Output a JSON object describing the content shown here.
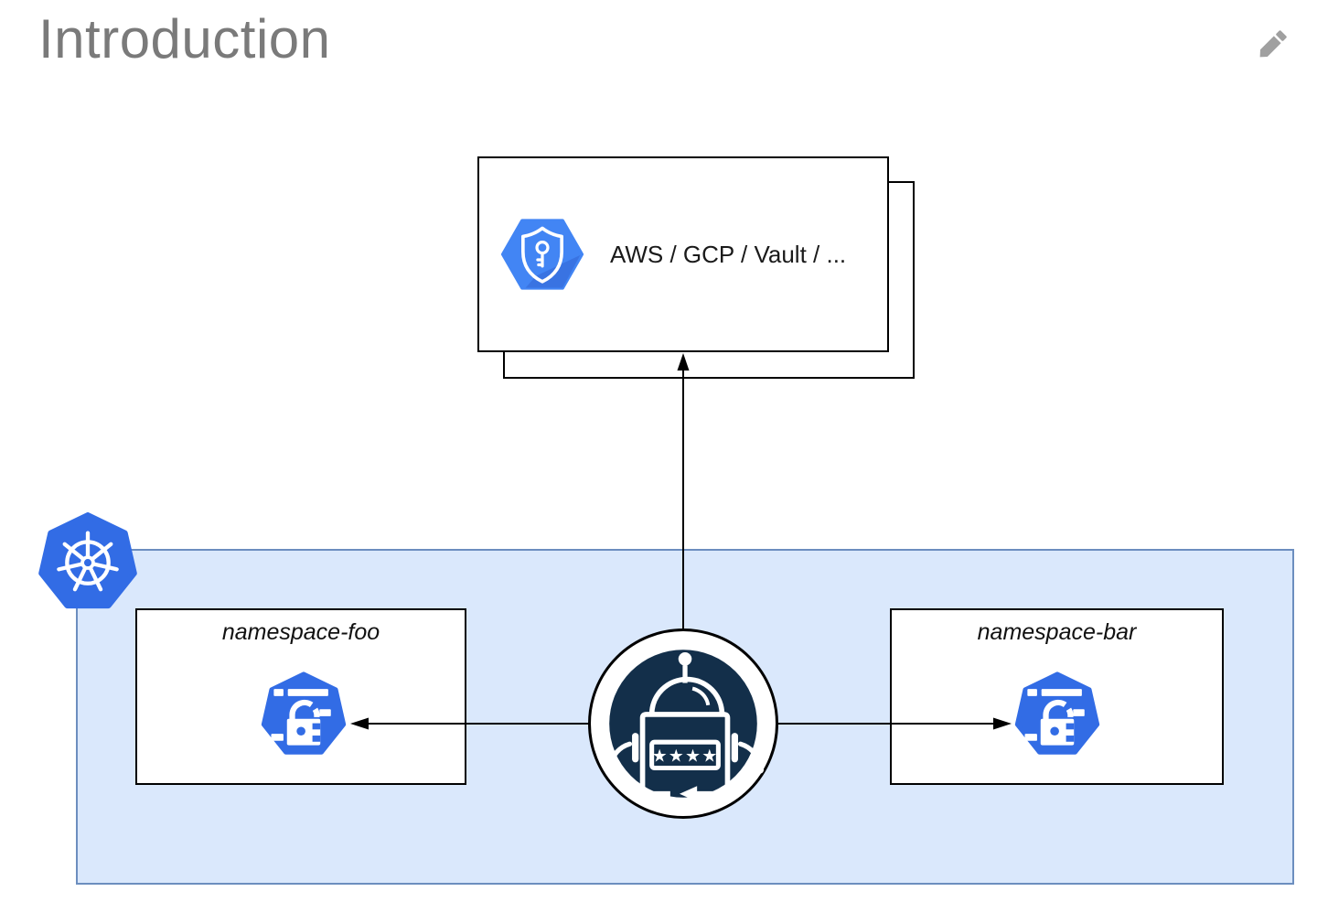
{
  "page": {
    "title": "Introduction"
  },
  "diagram": {
    "provider": {
      "label": "AWS / GCP / Vault / ..."
    },
    "namespaces": [
      {
        "label": "namespace-foo"
      },
      {
        "label": "namespace-bar"
      }
    ],
    "operator": {
      "password_text": "★★★★"
    }
  },
  "icons": {
    "edit": "pencil-icon",
    "provider": "shield-key-hexagon-icon",
    "cluster": "kubernetes-logo-icon",
    "namespace": "kubernetes-secret-icon",
    "operator": "external-secrets-robot-icon"
  },
  "colors": {
    "kubernetes_blue": "#326CE5",
    "provider_hexagon_blue": "#4285F4",
    "cluster_fill": "#DAE8FC",
    "cluster_border": "#6C8EBF",
    "operator_navy": "#132F4A",
    "title_gray": "#7A7A7A"
  }
}
